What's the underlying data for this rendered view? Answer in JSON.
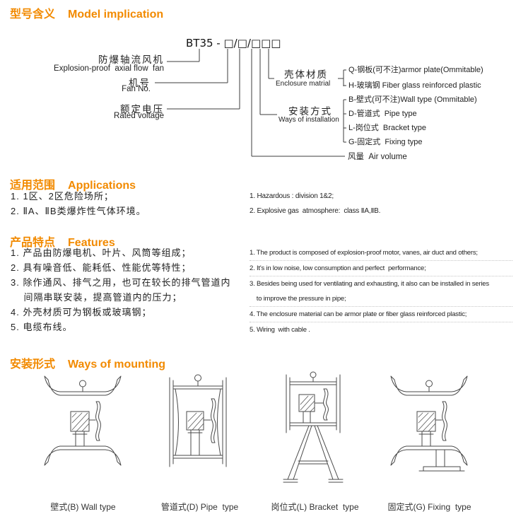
{
  "accent": "#F28A00",
  "model": {
    "heading_zh": "型号含义",
    "heading_en": "Model implication",
    "code": "BT35 - □/□/□□□",
    "fan_zh": "防爆轴流风机",
    "fan_en": "Explosion-proof  axial flow  fan",
    "fanno_zh": "机号",
    "fanno_en": "Fan No.",
    "voltage_zh": "额定电压",
    "voltage_en": "Rated voltage",
    "enclosure_zh": "壳体材质",
    "enclosure_en": "Enclosure matrial",
    "enclosure_options": [
      "Q-钢板(可不注)armor plate(Ommitable)",
      "H-玻璃钢 Fiber glass reinforced plastic"
    ],
    "installation_zh": "安装方式",
    "installation_en": "Ways of installation",
    "installation_options": [
      "B-壁式(可不注)Wall type (Ommitable)",
      "D-管道式  Pipe type",
      "L-岗位式  Bracket type",
      "G-固定式  Fixing type"
    ],
    "air_volume": "风量  Air volume"
  },
  "applications": {
    "heading_zh": "适用范围",
    "heading_en": "Applications",
    "zh_lines": [
      "1. 1区、2区危险场所；",
      "2. ⅡA、ⅡB类爆炸性气体环境。"
    ],
    "en_lines": [
      "1. Hazardous : division 1&2;",
      "2. Explosive gas  atmosphere:  class ⅡA,ⅡB."
    ]
  },
  "features": {
    "heading_zh": "产品特点",
    "heading_en": "Features",
    "zh_lines": [
      "1. 产品由防爆电机、叶片、风筒等组成；",
      "2. 具有噪音低、能耗低、性能优等特性；",
      "3. 除作通风、排气之用，也可在较长的排气管道内",
      "    间隔串联安装，提高管道内的压力；",
      "4. 外壳材质可为钢板或玻璃钢；",
      "5. 电缆布线。"
    ],
    "en_lines": [
      "1. The product is composed of explosion-proof motor, vanes, air duct and others;",
      "2. It's in low noise, low consumption and perfect  performance;",
      "3. Besides being used for ventilating and exhausting, it also can be installed in series",
      "    to improve the pressure in pipe;",
      "4. The enclosure material can be armor plate or fiber glass reinforced plastic;",
      "5. Wiring  with cable ."
    ]
  },
  "mounting": {
    "heading_zh": "安装形式",
    "heading_en": "Ways of mounting",
    "captions": [
      "壁式(B) Wall type",
      "管道式(D) Pipe  type",
      "岗位式(L) Bracket  type",
      "固定式(G) Fixing  type"
    ]
  }
}
